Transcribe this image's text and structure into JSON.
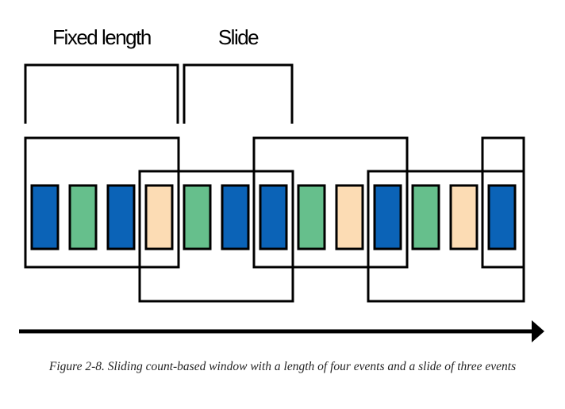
{
  "labels": {
    "fixed_length": "Fixed length",
    "slide": "Slide"
  },
  "events": [
    "blue",
    "green",
    "blue",
    "peach",
    "green",
    "blue",
    "blue",
    "green",
    "peach",
    "blue",
    "green",
    "peach",
    "blue"
  ],
  "colors": {
    "blue": "#0b63b7",
    "green": "#66bf8c",
    "peach": "#fcdcb4",
    "outline": "#000000"
  },
  "window": {
    "length": 4,
    "slide": 3
  },
  "caption": "Figure 2-8. Sliding count-based window with a length of four events and a slide of three events"
}
